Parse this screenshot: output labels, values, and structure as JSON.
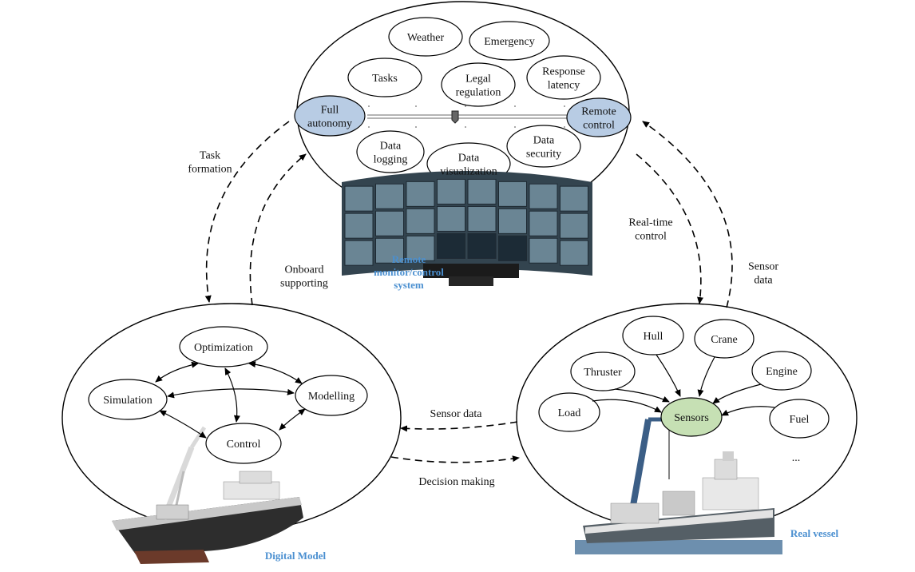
{
  "remote": {
    "nodes": {
      "weather": [
        "Weather"
      ],
      "emergency": [
        "Emergency"
      ],
      "tasks": [
        "Tasks"
      ],
      "legal": [
        "Legal",
        "regulation"
      ],
      "latency": [
        "Response",
        "latency"
      ],
      "full_autonomy": [
        "Full",
        "autonomy"
      ],
      "remote_control": [
        "Remote",
        "control"
      ],
      "data_logging": [
        "Data",
        "logging"
      ],
      "data_visualization": [
        "Data",
        "visualization"
      ],
      "data_security": [
        "Data",
        "security"
      ]
    },
    "caption": [
      "Remote",
      "monitor/control",
      "system"
    ]
  },
  "digital": {
    "nodes": {
      "optimization": [
        "Optimization"
      ],
      "simulation": [
        "Simulation"
      ],
      "modelling": [
        "Modelling"
      ],
      "control": [
        "Control"
      ]
    },
    "caption": [
      "Digital Model"
    ]
  },
  "vessel": {
    "nodes": {
      "hull": [
        "Hull"
      ],
      "crane": [
        "Crane"
      ],
      "thruster": [
        "Thruster"
      ],
      "engine": [
        "Engine"
      ],
      "load": [
        "Load"
      ],
      "sensors": [
        "Sensors"
      ],
      "fuel": [
        "Fuel"
      ]
    },
    "more": "...",
    "caption": [
      "Real vessel"
    ]
  },
  "flows": {
    "task_formation": [
      "Task",
      "formation"
    ],
    "onboard_supporting": [
      "Onboard",
      "supporting"
    ],
    "real_time_control": [
      "Real-time",
      "control"
    ],
    "sensor_data_right": [
      "Sensor",
      "data"
    ],
    "sensor_data_bottom": [
      "Sensor data"
    ],
    "decision_making": [
      "Decision making"
    ]
  },
  "colors": {
    "accent_blue_fill": "#b8cce4",
    "sensors_fill": "#c6e0b4",
    "caption_blue": "#4a8fd0"
  }
}
